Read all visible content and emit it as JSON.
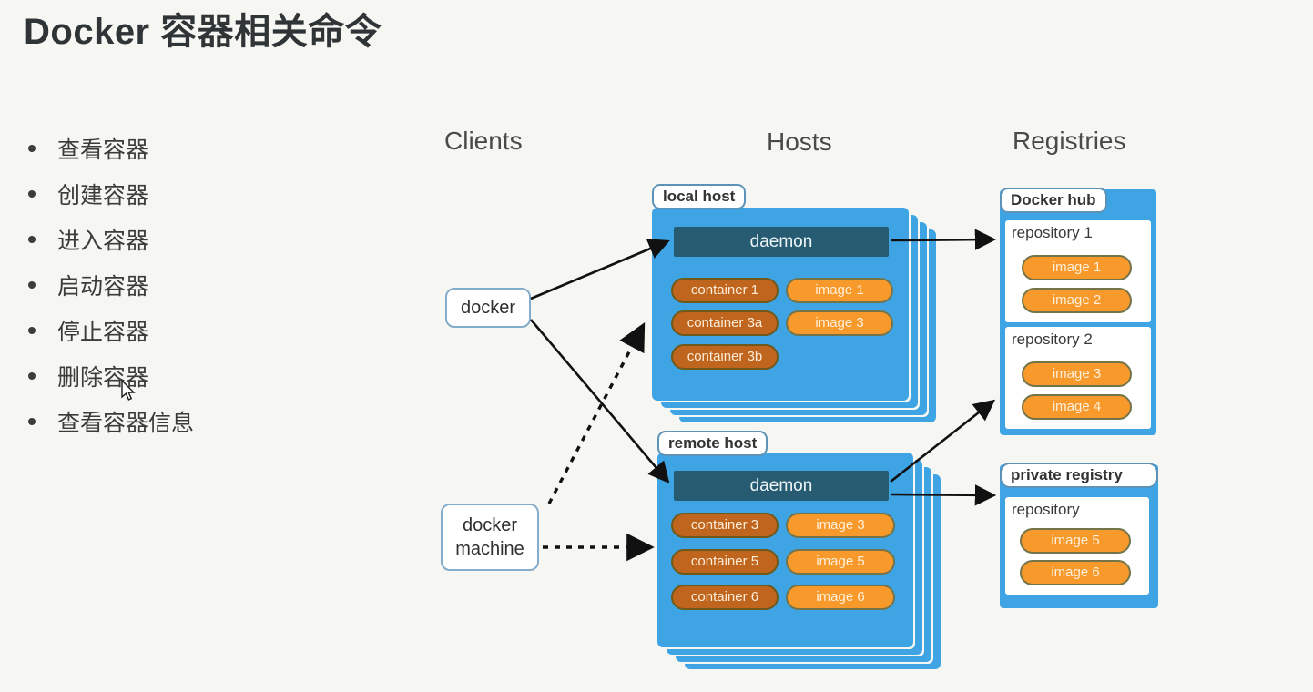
{
  "title": "Docker 容器相关命令",
  "bullets": [
    "查看容器",
    "创建容器",
    "进入容器",
    "启动容器",
    "停止容器",
    "删除容器",
    "查看容器信息"
  ],
  "diagram": {
    "columns": {
      "clients": "Clients",
      "hosts": "Hosts",
      "registries": "Registries"
    },
    "clients": {
      "docker": "docker",
      "docker_machine": "docker machine"
    },
    "local_host": {
      "label": "local host",
      "daemon": "daemon",
      "containers": [
        "container 1",
        "container 3a",
        "container 3b"
      ],
      "images": [
        "image 1",
        "image 3"
      ]
    },
    "remote_host": {
      "label": "remote host",
      "daemon": "daemon",
      "containers": [
        "container 3",
        "container 5",
        "container 6"
      ],
      "images": [
        "image 3",
        "image 5",
        "image 6"
      ]
    },
    "docker_hub": {
      "label": "Docker hub",
      "repos": [
        {
          "name": "repository 1",
          "images": [
            "image 1",
            "image 2"
          ]
        },
        {
          "name": "repository 2",
          "images": [
            "image 3",
            "image 4"
          ]
        }
      ]
    },
    "private_registry": {
      "label": "private registry",
      "repos": [
        {
          "name": "repository",
          "images": [
            "image 5",
            "image 6"
          ]
        }
      ]
    }
  },
  "colors": {
    "background": "#f6f6f3",
    "host_blue": "#3ea4e4",
    "daemon_navy": "#275b72",
    "container_orange": "#c0651d",
    "image_orange": "#f8992c",
    "tag_border_blue": "#5e93b8",
    "arrow_black": "#111111",
    "text_dark": "#3c3c3c"
  }
}
